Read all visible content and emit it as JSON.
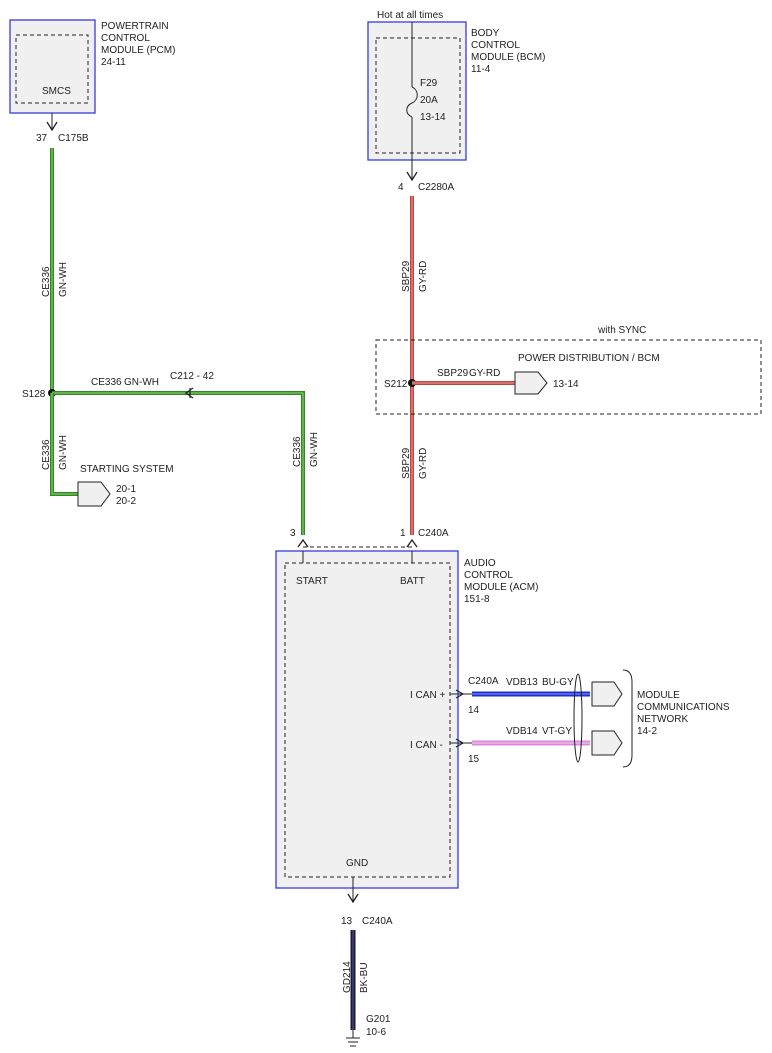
{
  "colors": {
    "module_border": "#3a3adf",
    "module_fill": "#f0f0f0",
    "wire_green": "#2e8b1e",
    "wire_green_light": "#9bd38a",
    "wire_red": "#c0453f",
    "wire_blue": "#1d2fd6",
    "wire_pink": "#d98ad9",
    "wire_black": "#1a1a3a"
  },
  "pcm": {
    "name_lines": [
      "POWERTRAIN",
      "CONTROL",
      "MODULE (PCM)",
      "24-11"
    ],
    "inner_label": "SMCS",
    "pin": "37",
    "connector": "C175B"
  },
  "bcm": {
    "hot_label": "Hot at all times",
    "name_lines": [
      "BODY",
      "CONTROL",
      "MODULE (BCM)",
      "11-4"
    ],
    "fuse_lines": [
      "F29",
      "20A",
      "13-14"
    ],
    "pin": "4",
    "connector": "C2280A"
  },
  "wires": {
    "ce336_name": "CE336",
    "ce336_color": "GN-WH",
    "sbp29_name": "SBP29",
    "sbp29_color": "GY-RD",
    "vdb13_name": "VDB13",
    "vdb13_color": "BU-GY",
    "vdb14_name": "VDB14",
    "vdb14_color": "VT-GY",
    "gd214_name": "GD214",
    "gd214_color": "BK-BU"
  },
  "splices": {
    "s128": "S128",
    "s212": "S212"
  },
  "inline_connector": "C212 - 42",
  "starting_system": {
    "label": "STARTING SYSTEM",
    "refs": [
      "20-1",
      "20-2"
    ]
  },
  "sync_box": {
    "label": "with SYNC",
    "dest_label": "POWER DISTRIBUTION / BCM",
    "dest_ref": "13-14"
  },
  "acm": {
    "name_lines": [
      "AUDIO",
      "CONTROL",
      "MODULE (ACM)",
      "151-8"
    ],
    "start_label": "START",
    "batt_label": "BATT",
    "gnd_label": "GND",
    "ican_plus": "I CAN +",
    "ican_minus": "I CAN -",
    "start_pin": "3",
    "batt_pin": "1",
    "top_connector": "C240A",
    "can_connector": "C240A",
    "can_plus_pin": "14",
    "can_minus_pin": "15",
    "gnd_pin": "13",
    "gnd_connector": "C240A"
  },
  "network": {
    "name_lines": [
      "MODULE",
      "COMMUNICATIONS",
      "NETWORK",
      "14-2"
    ]
  },
  "ground": {
    "name": "G201",
    "ref": "10-6"
  }
}
